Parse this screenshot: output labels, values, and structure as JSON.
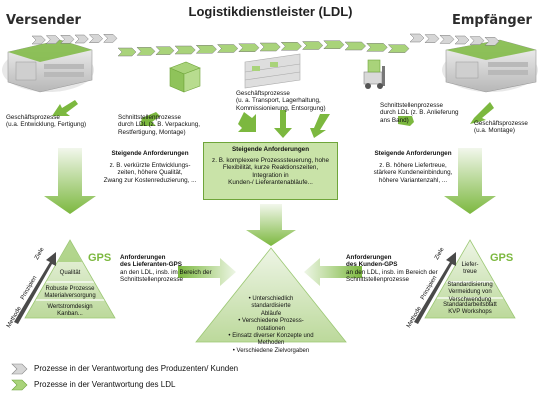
{
  "title": "Logistikdienstleister (LDL)",
  "parties": {
    "sender": "Versender",
    "receiver": "Empfänger"
  },
  "top_labels": {
    "l1": [
      "Geschäftsprozesse",
      "(u.a. Entwicklung, Fertigung)"
    ],
    "l2": [
      "Schnittstellenprozesse",
      "durch LDL  (z. B. Verpackung,",
      "Restfertigung, Montage)"
    ],
    "l3": [
      "Geschäftsprozesse",
      "(u. a. Transport, Lagerhaltung,",
      "Kommissionierung, Entsorgung)"
    ],
    "l4": [
      "Schnittstellenprozesse",
      "durch LDL  (z. B. Anlieferung",
      "ans Band)"
    ],
    "l5": [
      "Geschäftsprozesse",
      "(u.a. Montage)"
    ]
  },
  "requirements": {
    "left": {
      "heading": "Steigende Anforderungen",
      "lines": [
        "z. B. verkürzte Entwicklungs-",
        "zeiten, höhere Qualität,",
        "Zwang zur Kostenreduzierung, ..."
      ]
    },
    "center": {
      "heading": "Steigende Anforderungen",
      "lines": [
        "z. B. komplexere Prozesssteuerung, hohe",
        "Flexibilität, kurze Reaktionszeiten, Integration in",
        "Kunden-/ Lieferantenabläufe..."
      ]
    },
    "right": {
      "heading": "Steigende Anforderungen",
      "lines": [
        "z. B. höhere Liefertreue,",
        "stärkere Kundeneinbindung,",
        "höhere Variantenzahl, ..."
      ]
    }
  },
  "pyramids": {
    "left": {
      "gps": "GPS",
      "axis": [
        "Ziele",
        "Prinzipien",
        "Methode"
      ],
      "levels": [
        [
          "Qualität"
        ],
        [
          "Robuste Prozesse",
          "Materialversorgung"
        ],
        [
          "Wertstromdesign",
          "Kanban..."
        ]
      ]
    },
    "center": {
      "items": [
        "• Unterschiedlich",
        "standardisierte",
        "Abläufe",
        "• Verschiedene Prozess-",
        "notationen",
        "• Einsatz diverser Konzepte und",
        "Methoden",
        "• Verschiedene Zielvorgaben"
      ]
    },
    "right": {
      "gps": "GPS",
      "axis": [
        "Ziele",
        "Prinzipien",
        "Methode"
      ],
      "levels": [
        [
          "Liefer-",
          "treue"
        ],
        [
          "Standardisierung",
          "Vermeidung von",
          "Verschwendung"
        ],
        [
          "Standardarbeitsblatt",
          "KVP Workshops"
        ]
      ]
    }
  },
  "side_requirements": {
    "left": {
      "heading": [
        "Anforderungen",
        "des Lieferanten-GPS"
      ],
      "lines": [
        "an den LDL, insb. im Bereich der",
        "Schnittstellenprozesse"
      ]
    },
    "right": {
      "heading": [
        "Anforderungen",
        "des Kunden-GPS"
      ],
      "lines": [
        "an den LDL, insb. im Bereich der",
        "Schnittstellenprozesse"
      ]
    }
  },
  "legend": [
    {
      "label": "Prozesse in der Verantwortung des Produzenten/ Kunden",
      "color": "#d6d6d6"
    },
    {
      "label": "Prozesse in der Verantwortung des LDL",
      "color": "#a9d37a"
    }
  ],
  "colors": {
    "green": "#7cb83f",
    "light_green": "#c9e3a8",
    "grey": "#cfcfcf",
    "dark": "#3a3a3a"
  }
}
